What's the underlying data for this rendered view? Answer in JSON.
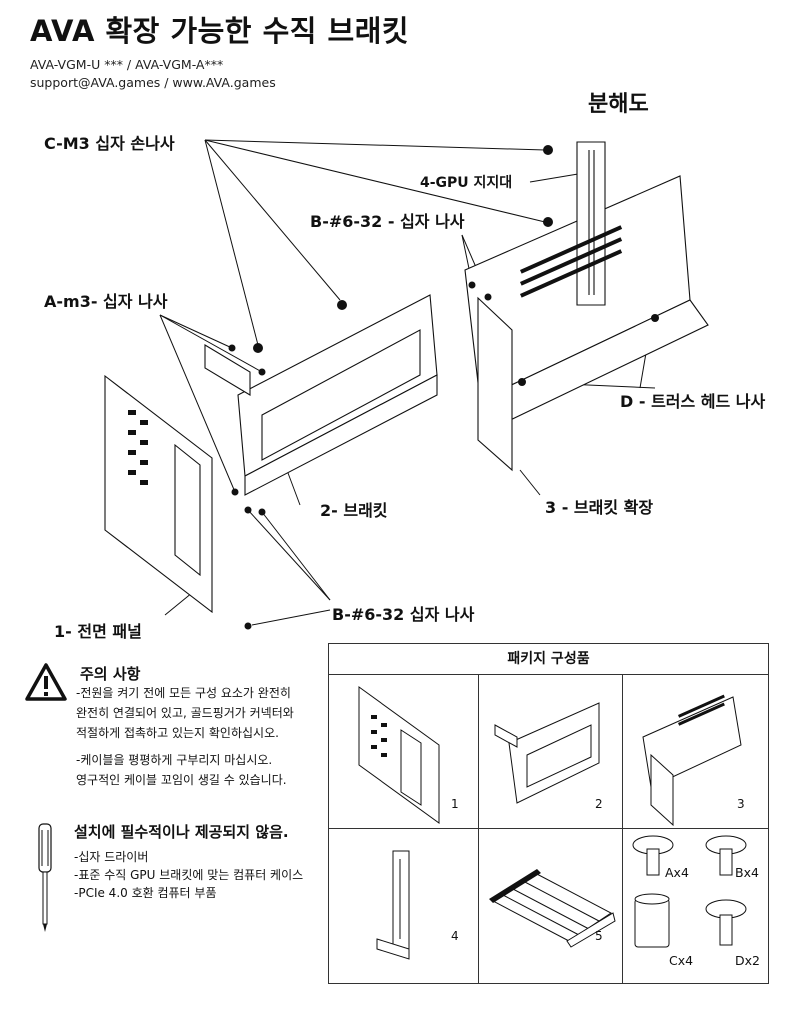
{
  "header": {
    "title": "AVA 확장 가능한 수직 브래킷",
    "model_line": "AVA-VGM-U *** / AVA-VGM-A***",
    "contact_line": "support@AVA.games / www.AVA.games"
  },
  "diagram": {
    "exploded_view_label": "분해도",
    "labels": {
      "cm3": "C-M3 십자 손나사",
      "gpu_support": "4-GPU 지지대",
      "b632_top": "B-#6-32 - 십자 나사",
      "am3": "A-m3- 십자 나사",
      "truss": "D - 트러스 헤드 나사",
      "bracket": "2- 브래킷",
      "bracket_ext": "3 - 브래킷 확장",
      "front_panel": "1- 전면 패널",
      "b632_bottom": "B-#6-32 십자 나사"
    }
  },
  "caution": {
    "title": "주의 사항",
    "lines": [
      "-전원을 켜기 전에 모든 구성 요소가 완전히",
      "완전히 연결되어 있고, 골드핑거가 커넥터와",
      "적절하게 접촉하고 있는지 확인하십시오."
    ],
    "lines2": [
      "-케이블을 평평하게 구부리지 마십시오.",
      "영구적인 케이블 꼬임이 생길 수 있습니다."
    ]
  },
  "requirements": {
    "title": "설치에 필수적이나 제공되지 않음.",
    "items": [
      "-십자 드라이버",
      "-표준 수직 GPU 브래킷에 맞는 컴퓨터 케이스",
      "-PCIe 4.0 호환 컴퓨터 부품"
    ]
  },
  "package": {
    "title": "패키지 구성품",
    "numbers": [
      "1",
      "2",
      "3",
      "4",
      "5"
    ],
    "screws": [
      "Ax4",
      "Bx4",
      "Cx4",
      "Dx2"
    ]
  }
}
